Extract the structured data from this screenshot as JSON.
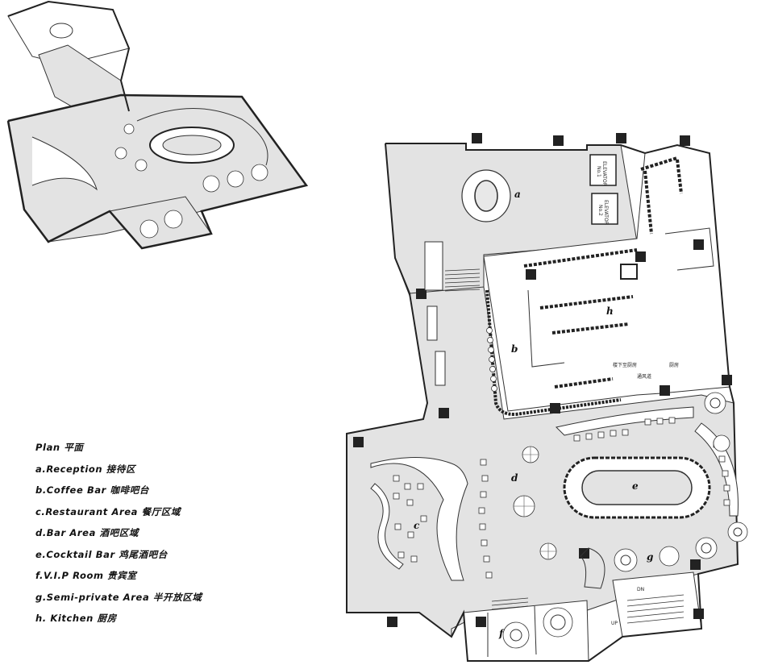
{
  "legend": {
    "title": "Plan 平面",
    "items": [
      {
        "key": "a",
        "text": "a.Reception 接待区"
      },
      {
        "key": "b",
        "text": "b.Coffee Bar 咖啡吧台"
      },
      {
        "key": "c",
        "text": "c.Restaurant Area 餐厅区域"
      },
      {
        "key": "d",
        "text": "d.Bar Area 酒吧区域"
      },
      {
        "key": "e",
        "text": "e.Cocktail Bar 鸡尾酒吧台"
      },
      {
        "key": "f",
        "text": "f.V.I.P Room 贵宾室"
      },
      {
        "key": "g",
        "text": "g.Semi-private Area 半开放区域"
      },
      {
        "key": "h",
        "text": "h. Kitchen 厨房"
      }
    ]
  },
  "plan_labels": {
    "a": "a",
    "b": "b",
    "c": "c",
    "d": "d",
    "e": "e",
    "f": "f",
    "g": "g",
    "h": "h"
  },
  "plan_texts": {
    "elevator_1": "ELEVATOR",
    "elevator_2": "ELEVATOR",
    "elevator_no1": "No.1",
    "elevator_no2": "No.2",
    "kitchen_room_1": "楼下至厨房",
    "kitchen_room_2": "通风道",
    "kitchen_room_3": "厨房",
    "stair_up": "UP",
    "stair_dn": "DN"
  }
}
